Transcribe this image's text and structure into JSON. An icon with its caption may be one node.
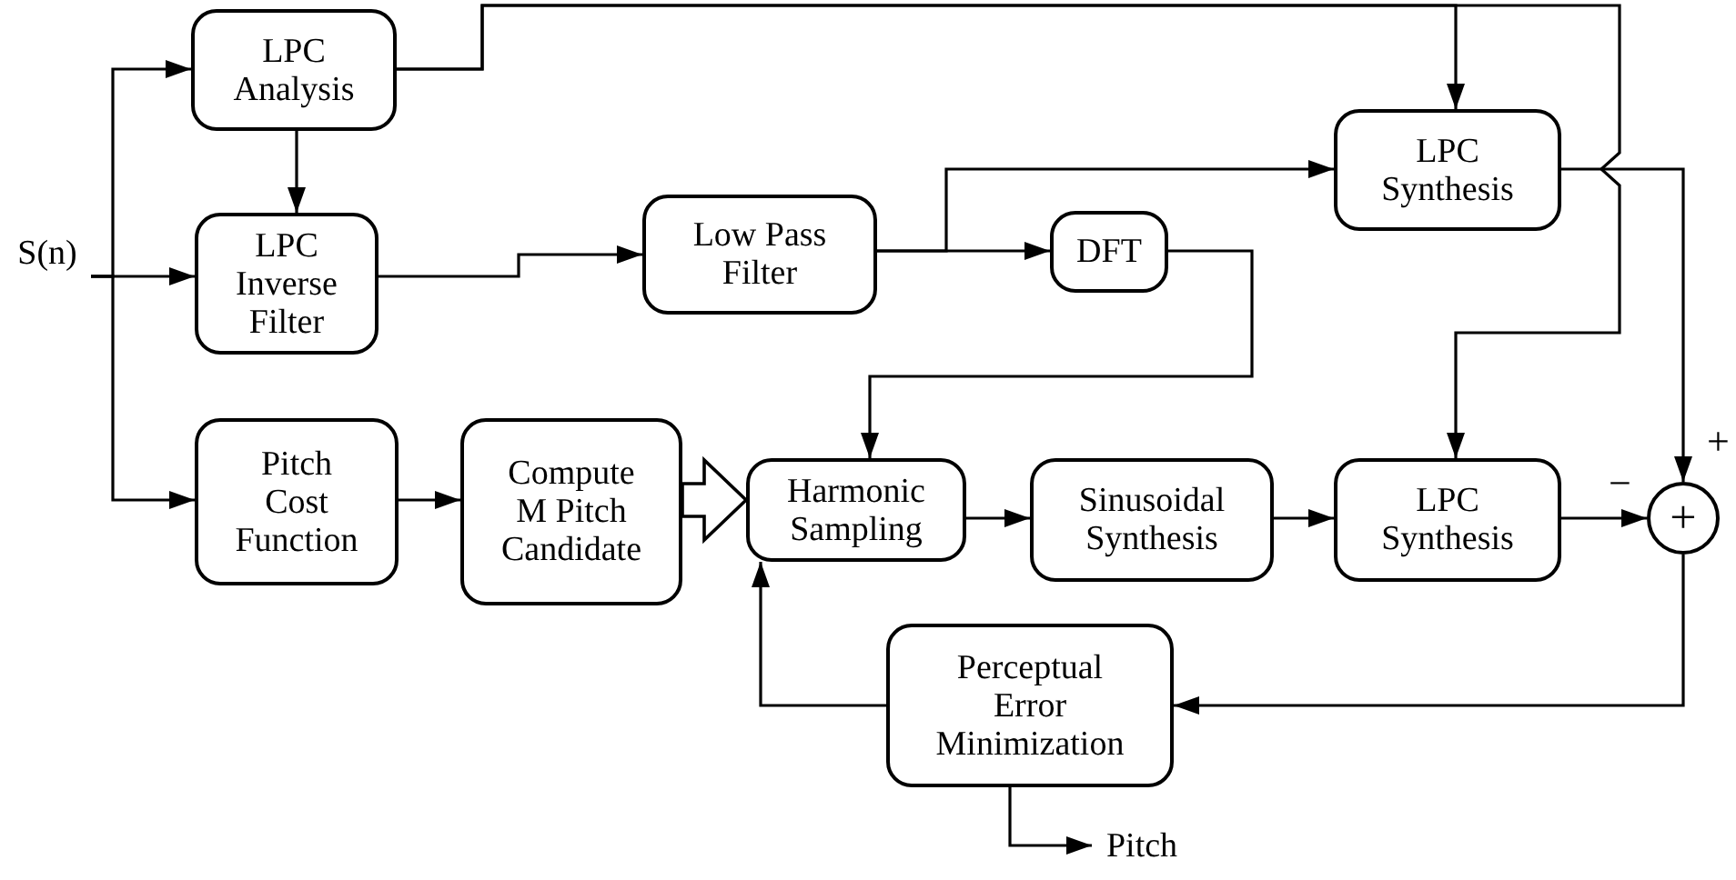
{
  "diagram": {
    "nodes": [
      {
        "text": [
          "LPC Analysis"
        ]
      },
      {
        "text": [
          "LPC Inverse Filter"
        ]
      },
      {
        "text": [
          "Pitch Cost Function"
        ]
      },
      {
        "text": [
          "Compute M Pitch Candidate"
        ]
      },
      {
        "text": [
          "Low Pass Filter"
        ]
      },
      {
        "text": [
          "DFT"
        ]
      },
      {
        "text": [
          "LPC Synthesis"
        ]
      },
      {
        "text": [
          "Harmonic Sampling"
        ]
      },
      {
        "text": [
          "Sinusoidal Synthesis"
        ]
      },
      {
        "text": [
          "LPC Synthesis"
        ]
      },
      {
        "text": [
          "+"
        ]
      },
      {
        "text": [
          "Perceptual Error Minimization"
        ]
      },
      {
        "text": [
          "Pitch"
        ]
      },
      {
        "text": [
          "S(n)"
        ]
      }
    ],
    "edges": [
      {
        "from": 13,
        "to": 0,
        "arrow": "to"
      },
      {
        "from": 13,
        "to": 1,
        "arrow": "to"
      },
      {
        "from": 13,
        "to": 2,
        "arrow": "to"
      },
      {
        "from": 0,
        "to": 1,
        "arrow": "to"
      },
      {
        "from": 0,
        "to": 6,
        "arrow": "to"
      },
      {
        "from": 0,
        "to": 9,
        "arrow": "to"
      },
      {
        "from": 1,
        "to": 4,
        "arrow": "to"
      },
      {
        "from": 4,
        "to": 6,
        "arrow": "to"
      },
      {
        "from": 4,
        "to": 5,
        "arrow": "to"
      },
      {
        "from": 5,
        "to": 7,
        "arrow": "to"
      },
      {
        "from": 2,
        "to": 3,
        "arrow": "to"
      },
      {
        "from": 3,
        "to": 7,
        "arrow": "to",
        "style": "thick"
      },
      {
        "from": 7,
        "to": 8,
        "arrow": "to"
      },
      {
        "from": 8,
        "to": 9,
        "arrow": "to"
      },
      {
        "from": 9,
        "to": 10,
        "arrow": "to"
      },
      {
        "from": 6,
        "to": 10,
        "arrow": "to"
      },
      {
        "from": 10,
        "to": 11,
        "arrow": "to"
      },
      {
        "from": 11,
        "to": 7,
        "arrow": "to"
      },
      {
        "from": 11,
        "to": 12,
        "arrow": "to"
      }
    ],
    "labels": [
      "+",
      "−"
    ]
  }
}
